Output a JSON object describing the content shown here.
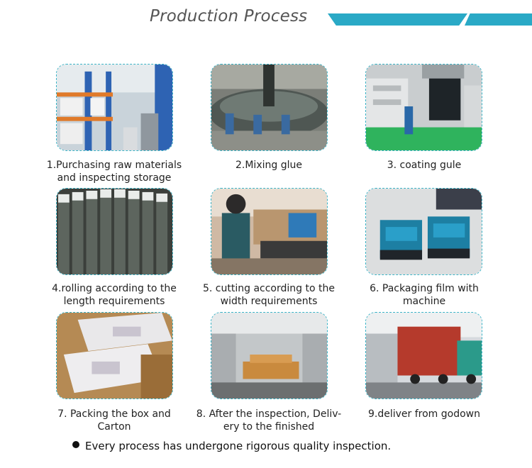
{
  "header": {
    "title": "Production Process"
  },
  "steps": [
    {
      "label_line1": "1.Purchasing raw materials",
      "label_line2": "and inspecting storage"
    },
    {
      "label_line1": "2.Mixing glue",
      "label_line2": ""
    },
    {
      "label_line1": "3. coating gule",
      "label_line2": ""
    },
    {
      "label_line1": "4.rolling according to the",
      "label_line2": "length requirements"
    },
    {
      "label_line1": "5. cutting according to the",
      "label_line2": "width requirements"
    },
    {
      "label_line1": "6. Packaging film with",
      "label_line2": "machine"
    },
    {
      "label_line1": "7. Packing the box and",
      "label_line2": "Carton"
    },
    {
      "label_line1": "8. After the inspection, Deliv-",
      "label_line2": "ery to the finished"
    },
    {
      "label_line1": "9.deliver from godown",
      "label_line2": ""
    }
  ],
  "footer": {
    "note": "Every process has undergone rigorous quality inspection."
  },
  "colors": {
    "accent": "#2aa9c6",
    "border": "#3bb3c6"
  }
}
